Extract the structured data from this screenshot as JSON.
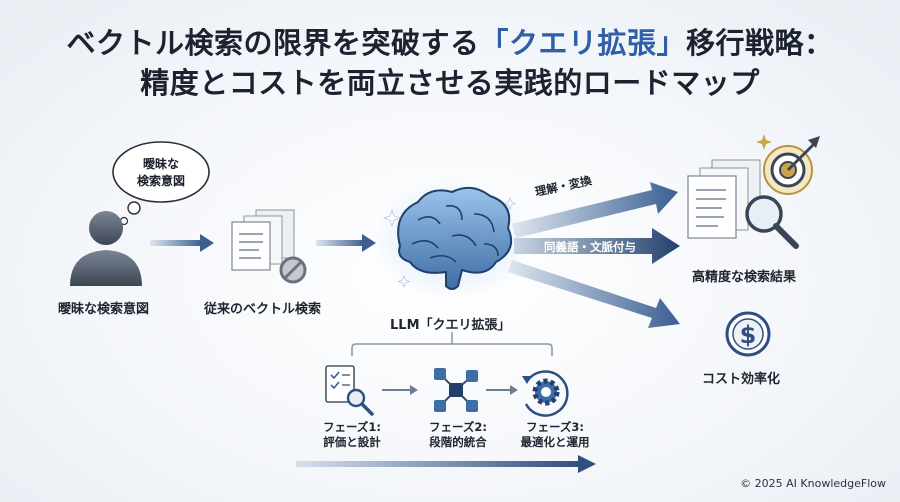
{
  "title": {
    "line1_prefix": "ベクトル検索の限界を突破する",
    "line1_accent": "「クエリ拡張」",
    "line1_suffix": "移行戦略：",
    "line2": "精度とコストを両立させる実践的ロードマップ"
  },
  "flow": {
    "thought_bubble": [
      "曖昧な",
      "検索意図"
    ],
    "user_label": "曖昧な検索意図",
    "vector_label": "従来のベクトル検索",
    "llm_label": "LLM「クエリ拡張」",
    "arrow_top_label": "理解・変換",
    "arrow_mid_label": "同義語・文脈付与",
    "result_label": "高精度な検索結果",
    "cost_label": "コスト効率化"
  },
  "phases": [
    {
      "line1": "フェーズ1:",
      "line2": "評価と設計"
    },
    {
      "line1": "フェーズ2:",
      "line2": "段階的統合"
    },
    {
      "line1": "フェーズ3:",
      "line2": "最適化と運用"
    }
  ],
  "icons": {
    "user": "user-silhouette-icon",
    "documents": "documents-icon",
    "blocked": "prohibited-icon",
    "brain": "brain-icon",
    "checklist": "checklist-magnifier-icon",
    "network": "network-nodes-icon",
    "gear": "gear-cycle-icon",
    "target": "target-icon",
    "magnifier": "magnifier-icon",
    "dollar": "dollar-coin-icon"
  },
  "colors": {
    "accent": "#2f5fa8",
    "arrow": "#3d5f8f",
    "gold": "#c9a44a"
  },
  "copyright": "© 2025 AI KnowledgeFlow"
}
